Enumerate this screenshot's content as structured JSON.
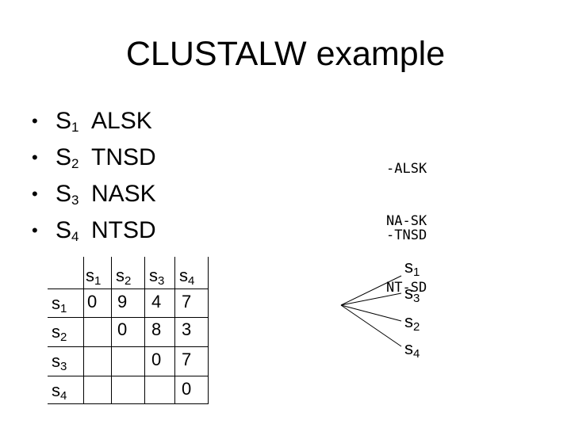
{
  "slide": {
    "title": "CLUSTALW example",
    "bullets": [
      {
        "marker": "•",
        "name": "S",
        "sub": "1",
        "seq": "ALSK"
      },
      {
        "marker": "•",
        "name": "S",
        "sub": "2",
        "seq": "TNSD"
      },
      {
        "marker": "•",
        "name": "S",
        "sub": "3",
        "seq": "NASK"
      },
      {
        "marker": "•",
        "name": "S",
        "sub": "4",
        "seq": "NTSD"
      }
    ],
    "alignment_1": [
      "-ALSK",
      "NA-SK"
    ],
    "alignment_2": [
      "-TNSD",
      "NT-SD"
    ],
    "matrix": {
      "col_headers": [
        {
          "name": "s",
          "sub": "1"
        },
        {
          "name": "s",
          "sub": "2"
        },
        {
          "name": "s",
          "sub": "3"
        },
        {
          "name": "s",
          "sub": "4"
        }
      ],
      "row_headers": [
        {
          "name": "s",
          "sub": "1"
        },
        {
          "name": "s",
          "sub": "2"
        },
        {
          "name": "s",
          "sub": "3"
        },
        {
          "name": "s",
          "sub": "4"
        }
      ],
      "cells": [
        [
          "0",
          "9",
          "4",
          "7"
        ],
        [
          "",
          "0",
          "8",
          "3"
        ],
        [
          "",
          "",
          "0",
          "7"
        ],
        [
          "",
          "",
          "",
          "0"
        ]
      ]
    },
    "tree_leaves": [
      {
        "name": "s",
        "sub": "1"
      },
      {
        "name": "s",
        "sub": "3"
      },
      {
        "name": "s",
        "sub": "2"
      },
      {
        "name": "s",
        "sub": "4"
      }
    ]
  }
}
